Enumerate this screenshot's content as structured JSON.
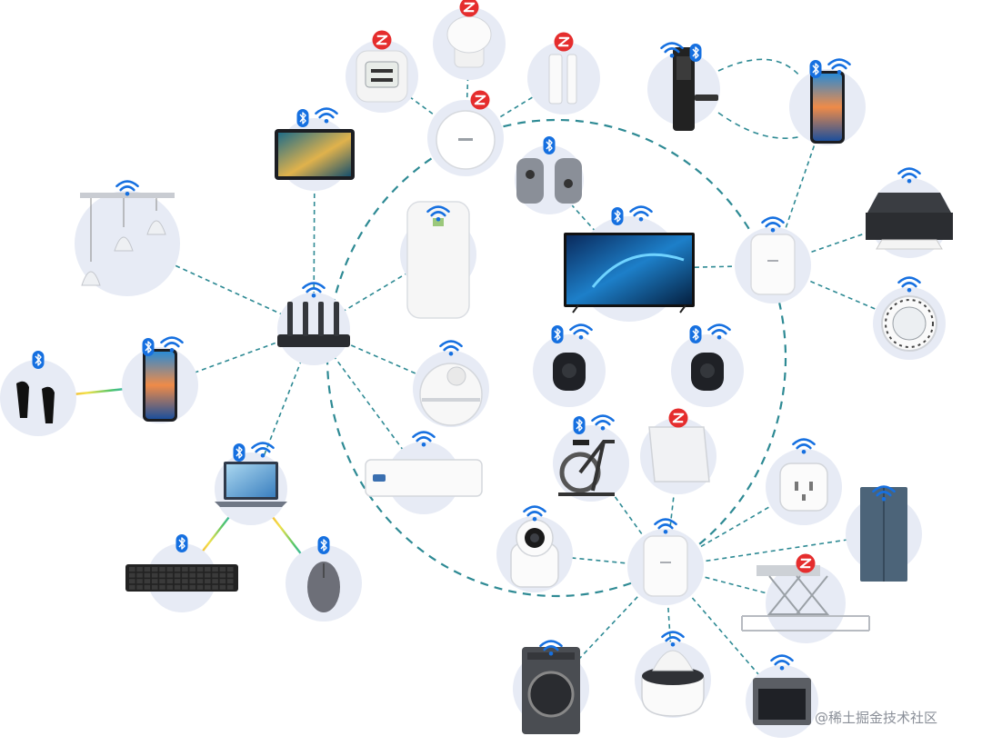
{
  "watermark": {
    "text": "@稀土掘金技术社区"
  },
  "colors": {
    "link": "#2e8a94",
    "bubble": "#e7ebf5",
    "wifi": "#1670e0",
    "bluetooth": "#1670e0",
    "zigbee": "#e52d2d",
    "rainbow": [
      "#e23b3b",
      "#f3a128",
      "#f2e14a",
      "#4fc56a",
      "#2aa7e0",
      "#7a55d8"
    ]
  },
  "hubs": [
    {
      "id": "router",
      "device": "router",
      "badges": [
        "wifi"
      ]
    },
    {
      "id": "zigbee-gateway",
      "device": "zigbee-gateway",
      "badges": [
        "zigbee"
      ]
    },
    {
      "id": "mesh-router-top",
      "device": "mesh-router",
      "badges": [
        "wifi"
      ]
    },
    {
      "id": "mesh-router-bottom",
      "device": "mesh-router",
      "badges": [
        "wifi"
      ]
    }
  ],
  "devices": [
    {
      "id": "pendant-lamp",
      "device": "pendant-lamp",
      "badges": [
        "wifi"
      ]
    },
    {
      "id": "tablet",
      "device": "tablet",
      "badges": [
        "bluetooth",
        "wifi"
      ]
    },
    {
      "id": "phone-left",
      "device": "smartphone",
      "badges": [
        "bluetooth",
        "wifi"
      ]
    },
    {
      "id": "earbuds",
      "device": "earbuds",
      "badges": [
        "bluetooth"
      ]
    },
    {
      "id": "laptop",
      "device": "laptop",
      "badges": [
        "bluetooth",
        "wifi"
      ]
    },
    {
      "id": "keyboard",
      "device": "keyboard",
      "badges": [
        "bluetooth"
      ]
    },
    {
      "id": "mouse",
      "device": "mouse",
      "badges": [
        "bluetooth"
      ]
    },
    {
      "id": "air-purifier",
      "device": "air-purifier",
      "badges": [
        "wifi"
      ]
    },
    {
      "id": "robot-vacuum",
      "device": "robot-vacuum",
      "badges": [
        "wifi"
      ]
    },
    {
      "id": "air-conditioner",
      "device": "air-conditioner",
      "badges": [
        "wifi"
      ]
    },
    {
      "id": "temp-sensor",
      "device": "temperature-humidity-sensor",
      "badges": [
        "zigbee"
      ]
    },
    {
      "id": "motion-sensor",
      "device": "motion-sensor",
      "badges": [
        "zigbee"
      ]
    },
    {
      "id": "door-sensor",
      "device": "door-sensor",
      "badges": [
        "zigbee"
      ]
    },
    {
      "id": "smart-lock",
      "device": "smart-door-lock",
      "badges": [
        "wifi",
        "bluetooth"
      ]
    },
    {
      "id": "phone-right",
      "device": "smartphone",
      "badges": [
        "bluetooth",
        "wifi"
      ]
    },
    {
      "id": "game-controllers",
      "device": "game-controllers",
      "badges": [
        "bluetooth"
      ]
    },
    {
      "id": "smart-tv",
      "device": "smart-tv",
      "badges": [
        "bluetooth",
        "wifi"
      ]
    },
    {
      "id": "speaker-left",
      "device": "smart-speaker",
      "badges": [
        "bluetooth",
        "wifi"
      ]
    },
    {
      "id": "speaker-right",
      "device": "smart-speaker",
      "badges": [
        "bluetooth",
        "wifi"
      ]
    },
    {
      "id": "printer",
      "device": "printer",
      "badges": [
        "wifi"
      ]
    },
    {
      "id": "smart-knob",
      "device": "smart-knob",
      "badges": [
        "wifi"
      ]
    },
    {
      "id": "exercise-bike",
      "device": "exercise-bike",
      "badges": [
        "bluetooth",
        "wifi"
      ]
    },
    {
      "id": "light-switch",
      "device": "light-switch",
      "badges": [
        "zigbee"
      ]
    },
    {
      "id": "smart-plug",
      "device": "smart-plug",
      "badges": [
        "wifi"
      ]
    },
    {
      "id": "refrigerator",
      "device": "refrigerator",
      "badges": [
        "wifi"
      ]
    },
    {
      "id": "security-camera",
      "device": "security-camera",
      "badges": [
        "wifi"
      ]
    },
    {
      "id": "drying-rack",
      "device": "clothes-drying-rack",
      "badges": [
        "zigbee"
      ]
    },
    {
      "id": "washing-machine",
      "device": "washing-machine",
      "badges": [
        "wifi"
      ]
    },
    {
      "id": "rice-cooker",
      "device": "rice-cooker",
      "badges": [
        "wifi"
      ]
    },
    {
      "id": "oven",
      "device": "steam-oven",
      "badges": [
        "wifi"
      ]
    }
  ],
  "links": [
    {
      "from": "router",
      "to": "pendant-lamp",
      "kind": "wifi"
    },
    {
      "from": "router",
      "to": "tablet",
      "kind": "wifi"
    },
    {
      "from": "router",
      "to": "phone-left",
      "kind": "wifi"
    },
    {
      "from": "router",
      "to": "laptop",
      "kind": "wifi"
    },
    {
      "from": "router",
      "to": "air-purifier",
      "kind": "wifi"
    },
    {
      "from": "router",
      "to": "robot-vacuum",
      "kind": "wifi"
    },
    {
      "from": "router",
      "to": "air-conditioner",
      "kind": "wifi"
    },
    {
      "from": "phone-left",
      "to": "earbuds",
      "kind": "bluetooth"
    },
    {
      "from": "laptop",
      "to": "keyboard",
      "kind": "bluetooth"
    },
    {
      "from": "laptop",
      "to": "mouse",
      "kind": "bluetooth"
    },
    {
      "from": "zigbee-gateway",
      "to": "temp-sensor",
      "kind": "zigbee"
    },
    {
      "from": "zigbee-gateway",
      "to": "motion-sensor",
      "kind": "zigbee"
    },
    {
      "from": "zigbee-gateway",
      "to": "door-sensor",
      "kind": "zigbee"
    },
    {
      "from": "smart-lock",
      "to": "phone-right",
      "kind": "bluetooth"
    },
    {
      "from": "smart-lock",
      "to": "phone-right",
      "kind": "bluetooth"
    },
    {
      "from": "phone-right",
      "to": "mesh-router-top",
      "kind": "wifi"
    },
    {
      "from": "game-controllers",
      "to": "smart-tv",
      "kind": "bluetooth"
    },
    {
      "from": "smart-tv",
      "to": "mesh-router-top",
      "kind": "wifi"
    },
    {
      "from": "mesh-router-top",
      "to": "printer",
      "kind": "wifi"
    },
    {
      "from": "mesh-router-top",
      "to": "smart-knob",
      "kind": "wifi"
    },
    {
      "from": "mesh-router-bottom",
      "to": "exercise-bike",
      "kind": "wifi"
    },
    {
      "from": "mesh-router-bottom",
      "to": "light-switch",
      "kind": "zigbee"
    },
    {
      "from": "mesh-router-bottom",
      "to": "smart-plug",
      "kind": "wifi"
    },
    {
      "from": "mesh-router-bottom",
      "to": "refrigerator",
      "kind": "wifi"
    },
    {
      "from": "mesh-router-bottom",
      "to": "security-camera",
      "kind": "wifi"
    },
    {
      "from": "mesh-router-bottom",
      "to": "drying-rack",
      "kind": "zigbee"
    },
    {
      "from": "mesh-router-bottom",
      "to": "washing-machine",
      "kind": "wifi"
    },
    {
      "from": "mesh-router-bottom",
      "to": "rice-cooker",
      "kind": "wifi"
    },
    {
      "from": "mesh-router-bottom",
      "to": "oven",
      "kind": "wifi"
    }
  ]
}
